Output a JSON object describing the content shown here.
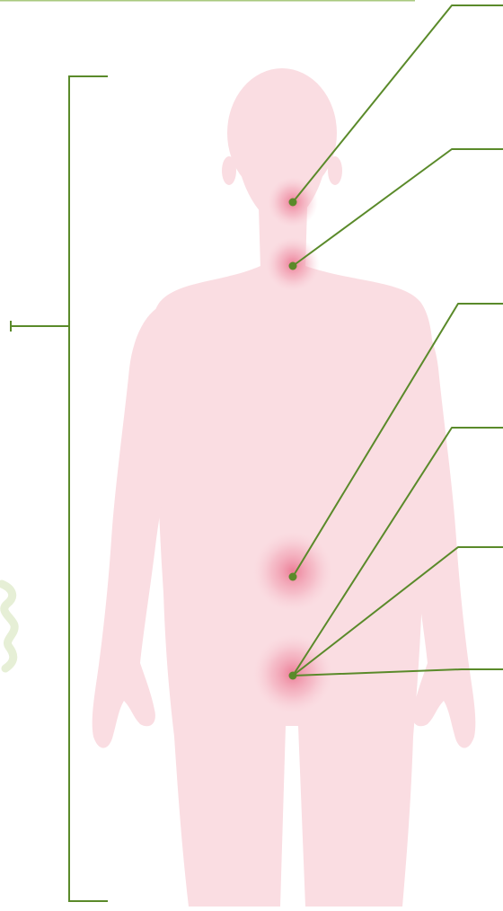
{
  "colors": {
    "background": "#ffffff",
    "body_fill": "#fadde2",
    "hotspot_core": "#ea6d8a",
    "leader_line": "#5a8a2a",
    "top_rule": "#a9c97f",
    "decor_squiggle": "#e6efd6"
  },
  "figure": {
    "icon": "human-silhouette-icon",
    "hotspots": [
      {
        "id": "throat",
        "icon": "hotspot-dot-icon"
      },
      {
        "id": "neck",
        "icon": "hotspot-dot-icon"
      },
      {
        "id": "upper-abdomen",
        "icon": "hotspot-dot-icon"
      },
      {
        "id": "lower-abdomen",
        "icon": "hotspot-dot-icon"
      }
    ],
    "callout_count": 6
  },
  "bracket": {
    "icon": "range-bracket-icon"
  }
}
